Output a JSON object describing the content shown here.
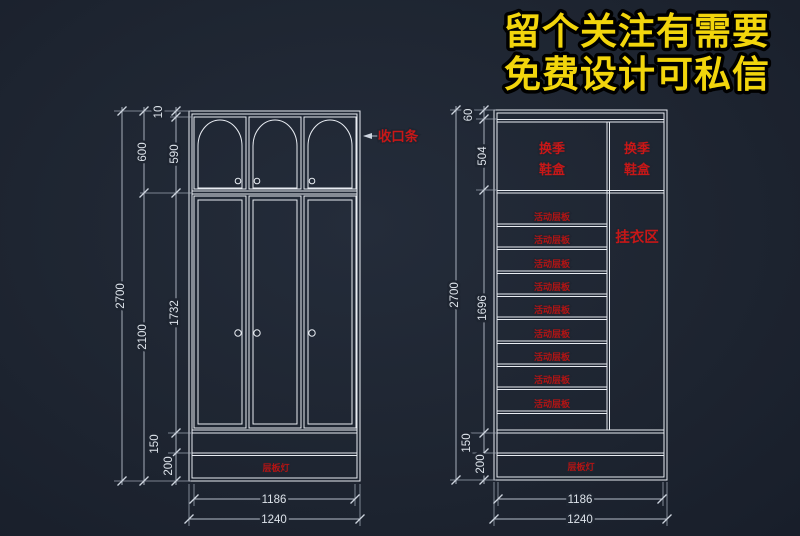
{
  "promo": {
    "line1": "留个关注有需要",
    "line2": "免费设计可私信"
  },
  "colors": {
    "background": "#1e2531",
    "cabinet_line": "#e8ecf2",
    "dimension_line": "#b5bdc9",
    "label_red": "#c81717",
    "promo_yellow": "#f2d50c"
  },
  "left_view": {
    "callout_label": "收口条",
    "shelf_light_label": "层板灯",
    "dims": {
      "total_height": "2700",
      "top_section": "600",
      "lower_section": "2100",
      "top_trim": "10",
      "arch_door_height": "590",
      "door_height": "1732",
      "niche_height": "150",
      "base_height": "200",
      "inner_width": "1186",
      "outer_width": "1240"
    }
  },
  "right_view": {
    "shoebox_line1": "换季",
    "shoebox_line2": "鞋盒",
    "hanging_label": "挂衣区",
    "shelf_label": "活动层板",
    "shelf_count": 9,
    "shelf_light_label": "层板灯",
    "dims": {
      "total_height": "2700",
      "top_trim": "60",
      "shoebox_height": "504",
      "middle_height": "1696",
      "niche_height": "150",
      "base_height": "200",
      "inner_width": "1186",
      "outer_width": "1240"
    }
  }
}
